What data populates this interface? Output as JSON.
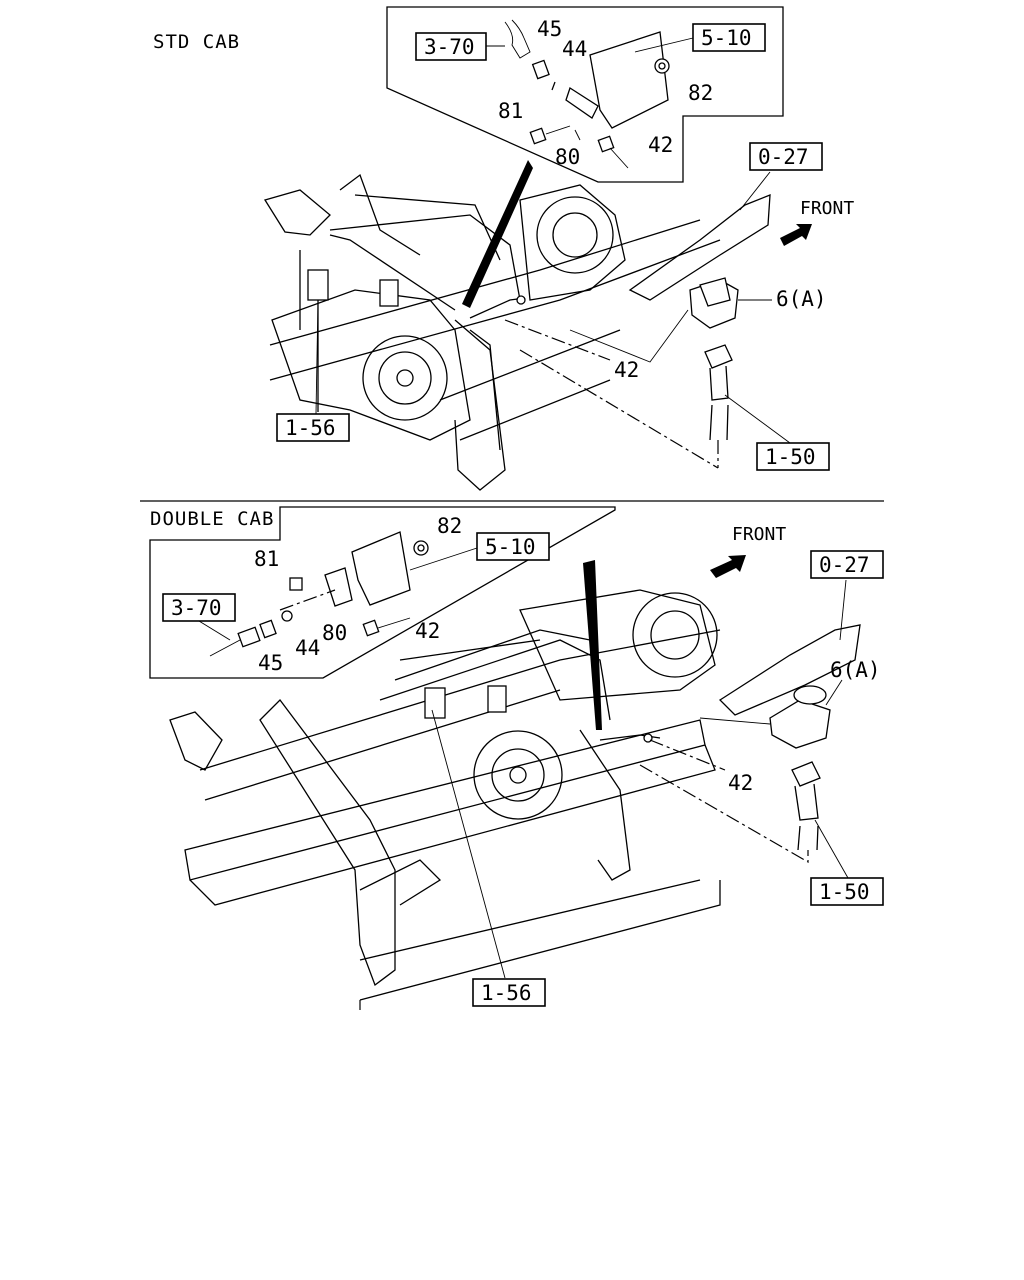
{
  "std_cab": {
    "title": "STD CAB",
    "front": "FRONT",
    "refs": {
      "r3_70": "3-70",
      "r5_10": "5-10",
      "r0_27": "0-27",
      "r1_56": "1-56",
      "r1_50": "1-50"
    },
    "parts": {
      "p45": "45",
      "p44": "44",
      "p82": "82",
      "p81": "81",
      "p80": "80",
      "p42a": "42",
      "p42b": "42",
      "p6a": "6(A)"
    }
  },
  "double_cab": {
    "title": "DOUBLE CAB",
    "front": "FRONT",
    "refs": {
      "r3_70": "3-70",
      "r5_10": "5-10",
      "r0_27": "0-27",
      "r1_56": "1-56",
      "r1_50": "1-50"
    },
    "parts": {
      "p82": "82",
      "p81": "81",
      "p80": "80",
      "p42a": "42",
      "p45": "45",
      "p44": "44",
      "p6a": "6(A)",
      "p42b": "42"
    }
  }
}
